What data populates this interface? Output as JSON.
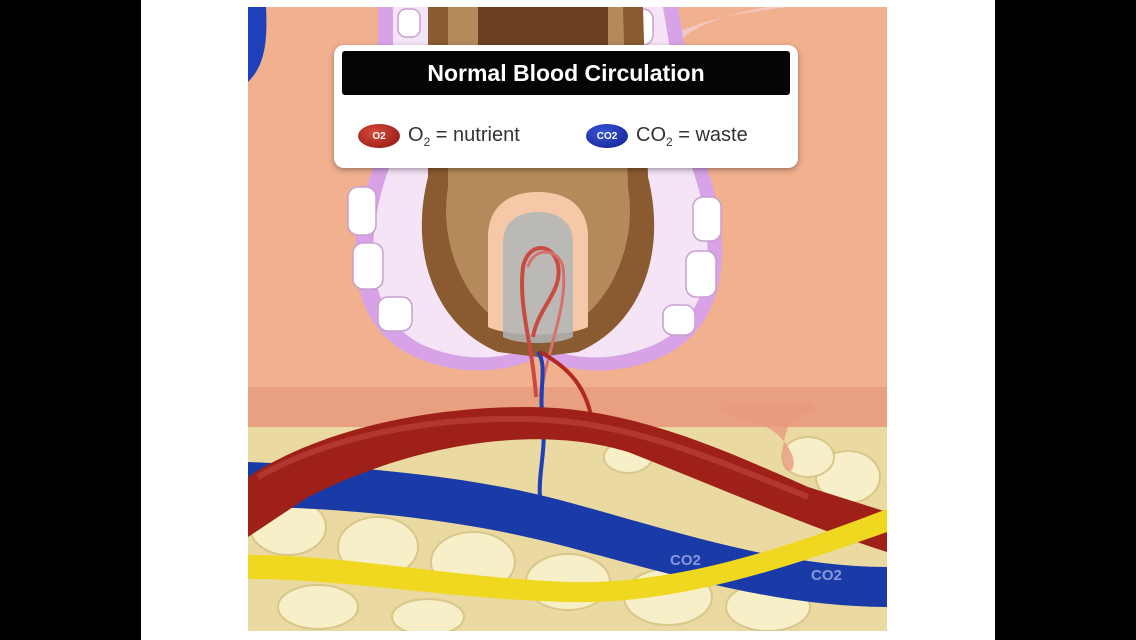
{
  "legend": {
    "title": "Normal Blood Circulation",
    "o2_badge": "O2",
    "o2_label_main": "O",
    "o2_label_sub": "2",
    "o2_label_rest": " = nutrient",
    "co2_badge": "CO2",
    "co2_label_main": "CO",
    "co2_label_sub": "2",
    "co2_label_rest": " = waste"
  },
  "vessel_labels": {
    "co2_1": "CO2",
    "co2_2": "CO2"
  },
  "colors": {
    "skin": "#f2b08f",
    "artery": "#a0201a",
    "vein": "#1a3aa8",
    "nerve": "#f0d820",
    "fat": "#f3e7b0",
    "follicle_wall": "#d9a6e8"
  }
}
